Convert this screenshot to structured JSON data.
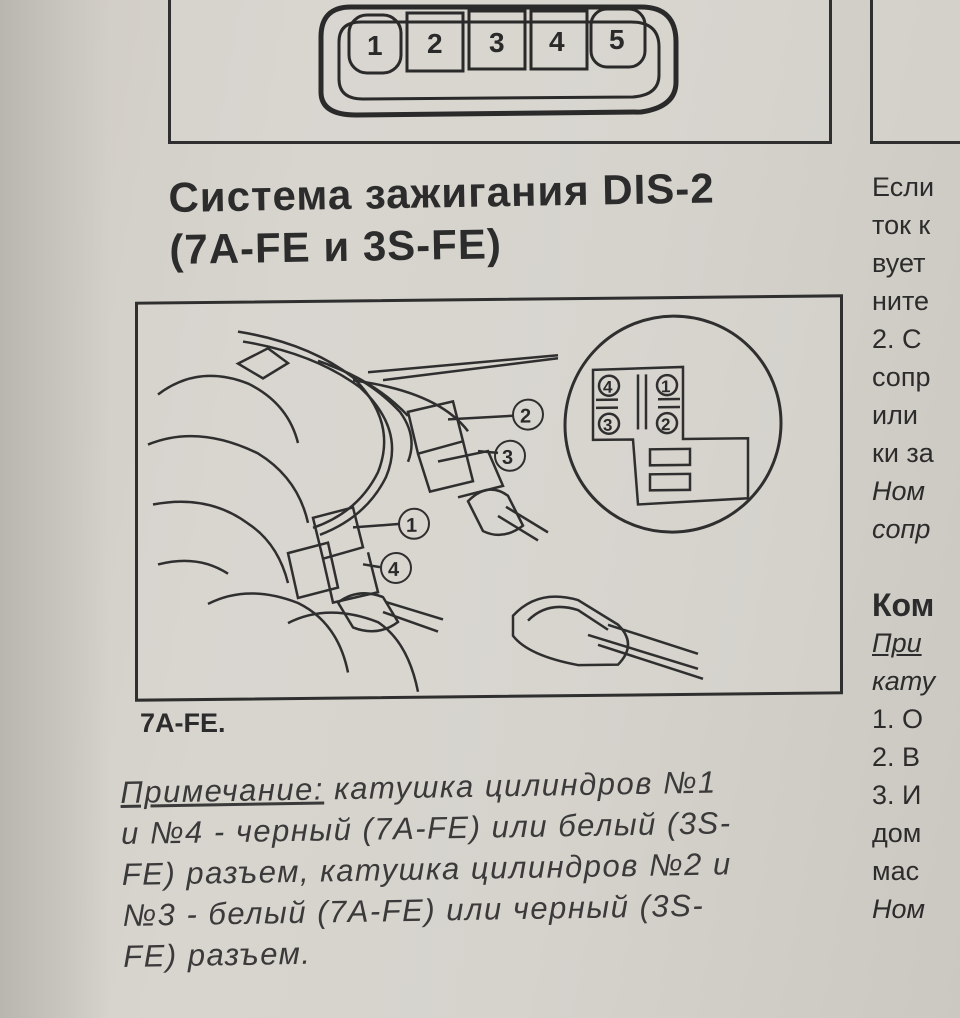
{
  "connector_top": {
    "pins": [
      "1",
      "2",
      "3",
      "4",
      "5"
    ]
  },
  "heading": {
    "line1": "Система зажигания DIS-2",
    "line2": "(7A-FE и 3S-FE)"
  },
  "diagram": {
    "callouts": [
      "2",
      "3",
      "1",
      "4"
    ],
    "inset_pins": [
      "4",
      "1",
      "3",
      "2"
    ]
  },
  "caption": "7A-FE.",
  "note": {
    "label": "Примечание:",
    "line1_rest": " катушка цилиндров №1",
    "line2": "и №4 - черный (7A-FE) или белый (3S-",
    "line3": "FE) разъем, катушка цилиндров №2 и",
    "line4": "№3 - белый (7A-FE) или черный (3S-",
    "line5": "FE) разъем."
  },
  "right_column": [
    "Если",
    "ток к",
    "вует",
    "ните",
    "2. С",
    "сопр",
    "или",
    "ки за",
    "Ном",
    "сопр",
    "",
    "Ком",
    "При",
    "кату",
    "1. О",
    "2. В",
    "3. И",
    "дом",
    "мас",
    "Ном"
  ]
}
